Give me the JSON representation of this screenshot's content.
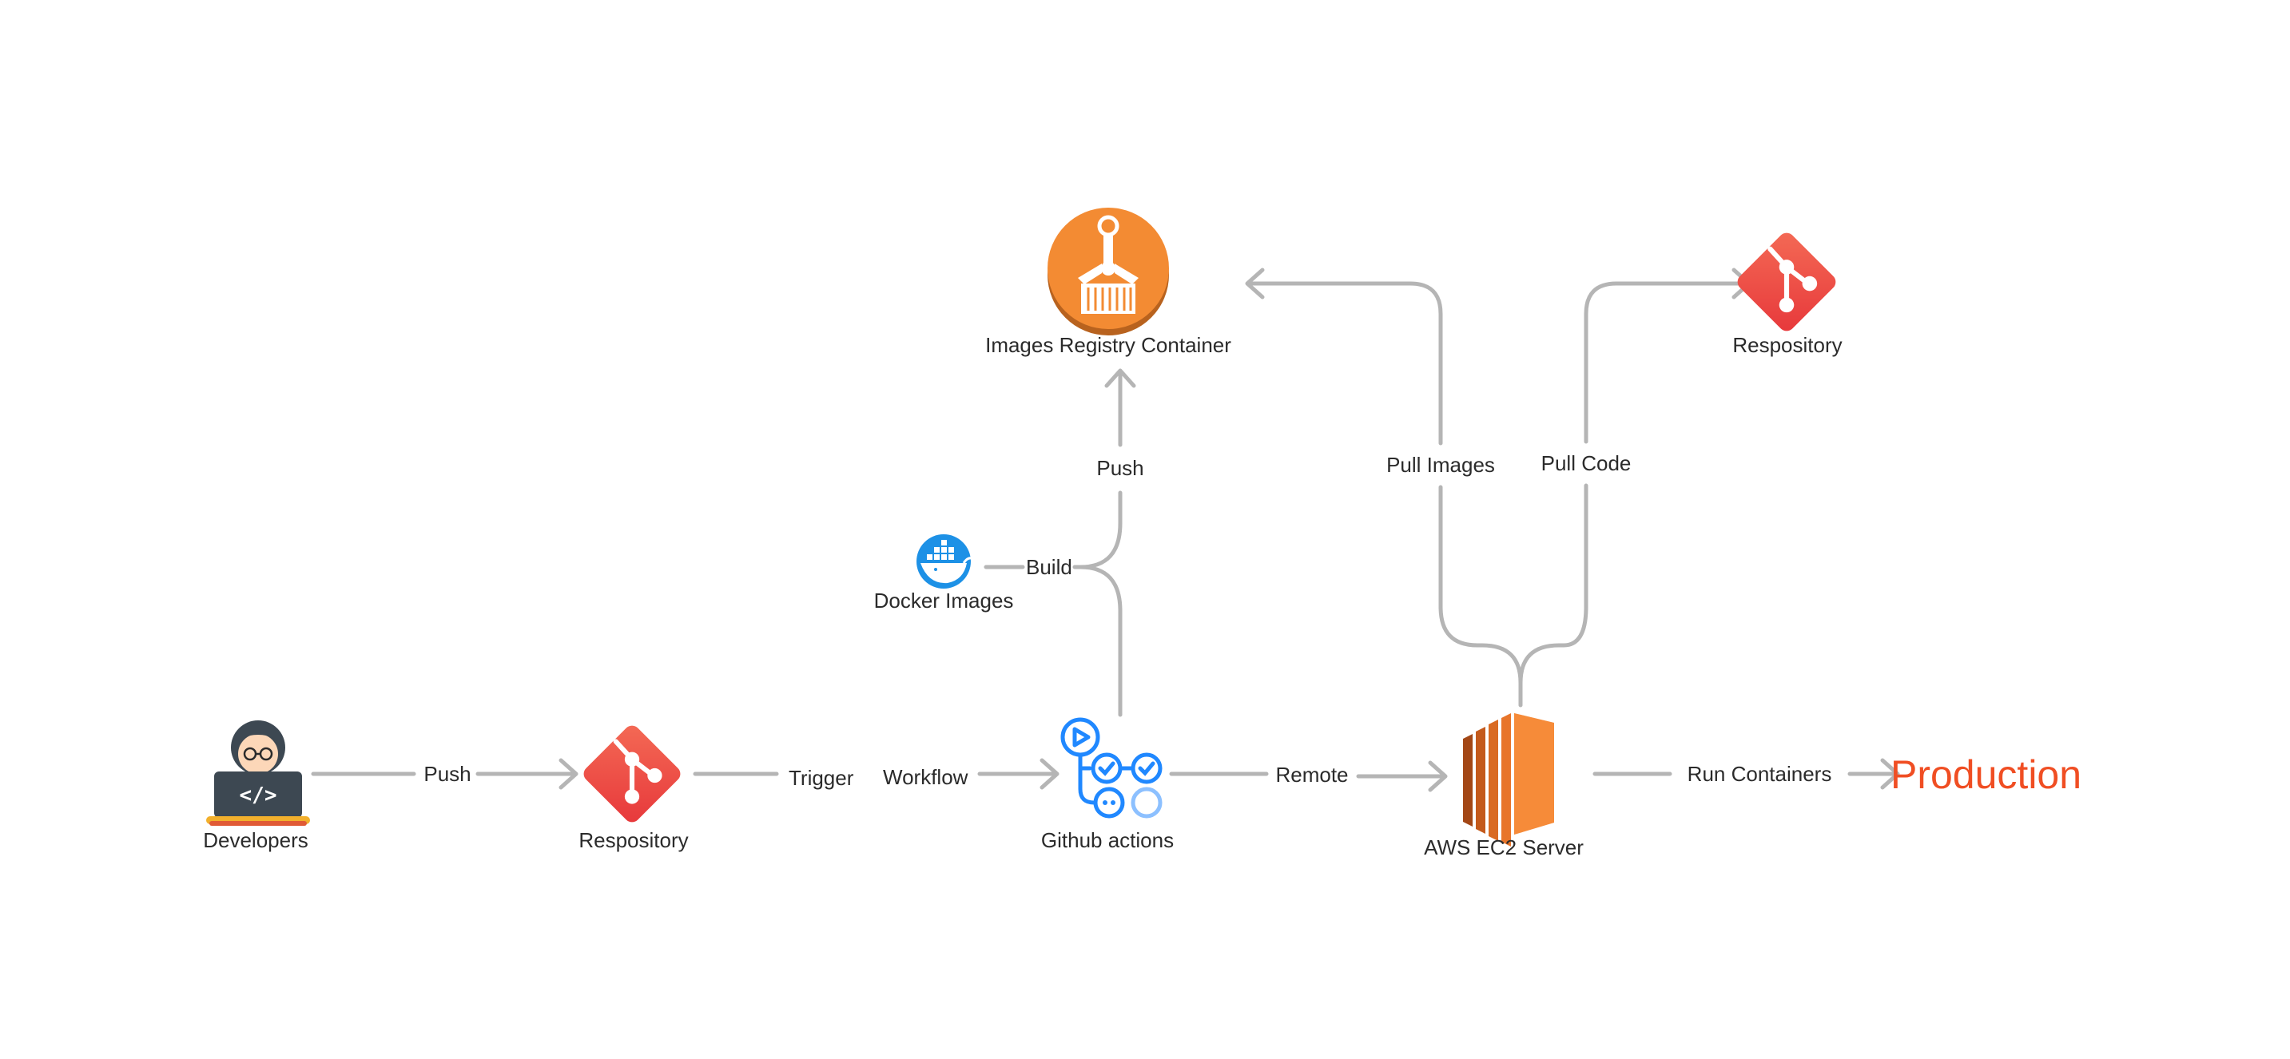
{
  "nodes": {
    "developers": {
      "label": "Developers",
      "icon": "developer-laptop-icon"
    },
    "repository_main": {
      "label": "Respository",
      "icon": "git-icon"
    },
    "github_actions": {
      "label": "Github actions",
      "icon": "github-actions-icon"
    },
    "aws_ec2": {
      "label": "AWS EC2 Server",
      "icon": "aws-ec2-icon"
    },
    "production": {
      "label": "Production"
    },
    "registry": {
      "label": "Images Registry Container",
      "icon": "container-registry-icon"
    },
    "repository_top": {
      "label": "Respository",
      "icon": "git-icon"
    },
    "docker_images": {
      "label": "Docker Images",
      "icon": "docker-whale-icon"
    }
  },
  "edges": {
    "push_to_repo": "Push",
    "trigger_big": "Trigger",
    "trigger_small": "Workflow",
    "remote": "Remote",
    "run_containers": "Run Containers",
    "build": "Build",
    "push_to_registry": "Push",
    "pull_images": "Pull Images",
    "pull_code": "Pull Code"
  },
  "colors": {
    "edge": "#b5b5b5",
    "production": "#f04e23",
    "git": "#f05033",
    "aws_orange": "#f58534",
    "github_blue": "#2088ff",
    "docker_blue": "#1d91e6",
    "text": "#2b2b2b"
  }
}
